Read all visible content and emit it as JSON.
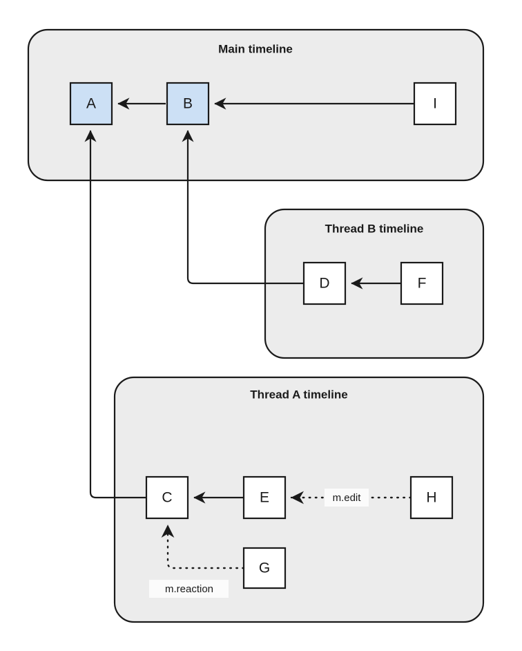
{
  "diagram": {
    "title_hidden": "",
    "background_color": "#ffffff",
    "group_fill": "#ececec",
    "group_stroke": "#1a1a1a",
    "highlight_fill": "#cce0f5",
    "plain_fill": "#ffffff",
    "line_color": "#1a1a1a"
  },
  "groups": {
    "main": {
      "title": "Main timeline"
    },
    "thread_b": {
      "title": "Thread B timeline"
    },
    "thread_a": {
      "title": "Thread A timeline"
    }
  },
  "nodes": {
    "a": {
      "label": "A"
    },
    "b": {
      "label": "B"
    },
    "i": {
      "label": "I"
    },
    "d": {
      "label": "D"
    },
    "f": {
      "label": "F"
    },
    "c": {
      "label": "C"
    },
    "e": {
      "label": "E"
    },
    "h": {
      "label": "H"
    },
    "g": {
      "label": "G"
    }
  },
  "edge_labels": {
    "m_edit": "m.edit",
    "m_reaction": "m.reaction"
  }
}
